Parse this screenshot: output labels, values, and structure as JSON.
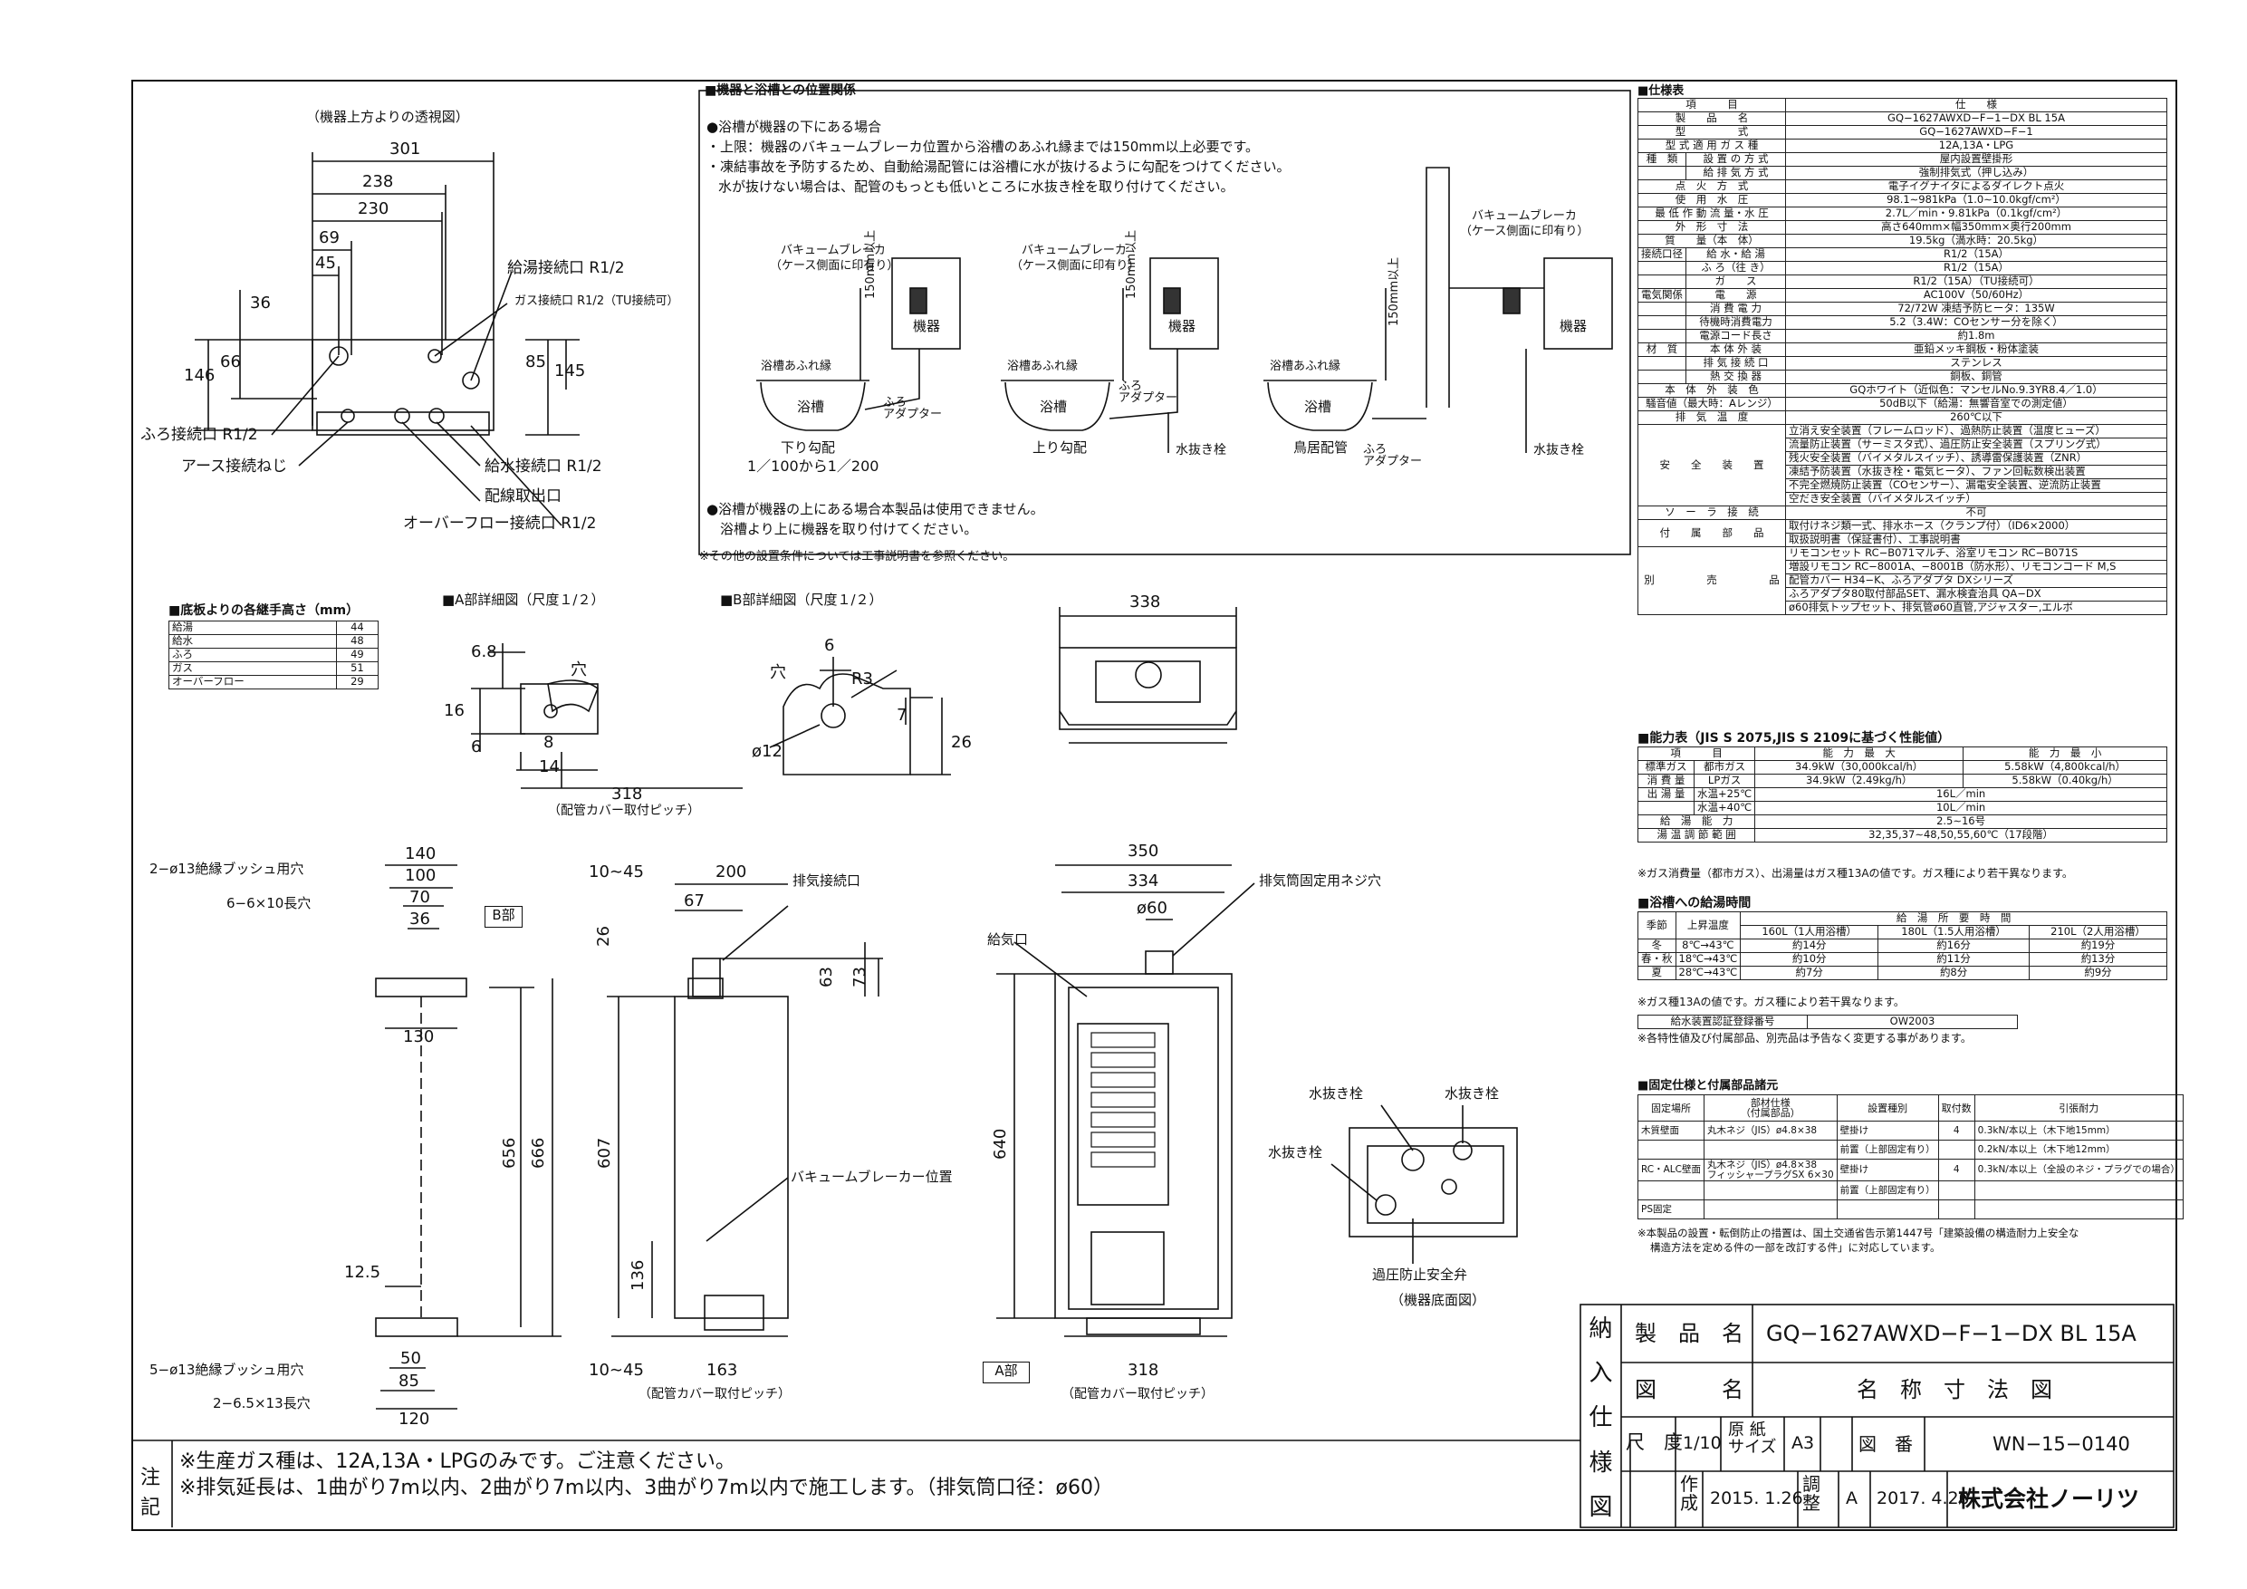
{
  "top_view": {
    "title": "（機器上方よりの透視図）",
    "dims": [
      "301",
      "238",
      "230",
      "69",
      "45",
      "36",
      "66",
      "146",
      "85",
      "145"
    ],
    "labels": {
      "hot_out": "給湯接続口 R1/2",
      "gas_in": "ガス接続口 R1/2（TU接続可）",
      "furo": "ふろ接続口 R1/2",
      "earth": "アース接続ねじ",
      "water_in": "給水接続口 R1/2",
      "wiring": "配線取出口",
      "overflow": "オーバーフロー接続口 R1/2"
    }
  },
  "bath_relation": {
    "title": "■機器と浴槽との位置関係",
    "case_below": "●浴槽が機器の下にある場合",
    "note1": "・上限：機器のバキュームブレーカ位置から浴槽のあふれ縁までは150mm以上必要です。",
    "note2": "・凍結事故を予防するため、自動給湯配管には浴槽に水が抜けるように勾配をつけてください。",
    "note3": "水が抜けない場合は、配管のもっとも低いところに水抜き栓を取り付けてください。",
    "case_above": "●浴槽が機器の上にある場合本製品は使用できません。",
    "case_above2": "浴槽より上に機器を取り付けてください。",
    "footnote": "※その他の設置条件については工事説明書を参照ください。",
    "vb_label": "バキュームブレーカ",
    "vb_label2": "（ケース側面に印有り）",
    "unit": "機器",
    "rim": "浴槽あふれ縁",
    "tub": "浴槽",
    "dim150": "150mm以上",
    "adapter": "ふろ\nアダプター",
    "drain": "水抜き栓",
    "slope1": "下り勾配",
    "slope1b": "1／100から1／200",
    "slope2": "上り勾配",
    "slope3": "鳥居配管"
  },
  "joint_heights": {
    "title": "■底板よりの各継手高さ（mm）",
    "rows": [
      {
        "name": "給湯",
        "value": "44"
      },
      {
        "name": "給水",
        "value": "48"
      },
      {
        "name": "ふろ",
        "value": "49"
      },
      {
        "name": "ガス",
        "value": "51"
      },
      {
        "name": "オーバーフロー",
        "value": "29"
      }
    ]
  },
  "detail_a": {
    "title": "■A部詳細図（尺度１/２）",
    "dims": [
      "6.8",
      "16",
      "6",
      "8",
      "14"
    ],
    "hole": "穴"
  },
  "detail_b": {
    "title": "■B部詳細図（尺度１/２）",
    "dims": [
      "6",
      "R3",
      "7",
      "26",
      "ø12"
    ],
    "hole": "穴"
  },
  "bottom_top": {
    "dims": [
      "338",
      "318"
    ],
    "pitch": "（配管カバー取付ピッチ）"
  },
  "left_view": {
    "dims": [
      "140",
      "100",
      "70",
      "36",
      "130",
      "12.5",
      "50",
      "85",
      "120",
      "656",
      "666"
    ],
    "labels": {
      "bush2": "2−ø13絶縁ブッシュ用穴",
      "slot6": "6−6×10長穴",
      "partB": "B部",
      "bush5": "5−ø13絶縁ブッシュ用穴",
      "slot2": "2−6.5×13長穴"
    }
  },
  "side_view": {
    "dims": [
      "10∼45",
      "200",
      "67",
      "26",
      "63",
      "73",
      "607",
      "136",
      "10∼45",
      "163"
    ],
    "labels": {
      "exhaust": "排気接続口",
      "vb": "バキュームブレーカー位置",
      "pitch": "（配管カバー取付ピッチ）"
    }
  },
  "front_view": {
    "dims": [
      "350",
      "334",
      "ø60",
      "640",
      "318"
    ],
    "labels": {
      "intake": "給気口",
      "fix": "排気筒固定用ネジ穴",
      "partA": "A部",
      "pitch": "（配管カバー取付ピッチ）"
    }
  },
  "bottom_view": {
    "labels": {
      "drain1": "水抜き栓",
      "drain2": "水抜き栓",
      "drain3": "水抜き栓",
      "relief": "過圧防止安全弁",
      "caption": "（機器底面図）"
    }
  },
  "spec": {
    "title": "■仕様表",
    "head_item": "項　　　目",
    "head_spec": "仕　　様",
    "rows": [
      {
        "c1": "製　　品　　名",
        "c2": "",
        "v": "GQ−1627AWXD−F−1−DX BL 15A"
      },
      {
        "c1": "型　　　　　式",
        "c2": "",
        "v": "GQ−1627AWXD−F−1"
      },
      {
        "c1": "型 式 適 用 ガ ス 種",
        "c2": "",
        "v": "12A,13A・LPG"
      },
      {
        "c1": "種　類",
        "c2": "設 置 の 方 式",
        "v": "屋内設置壁掛形"
      },
      {
        "c1": "",
        "c2": "給 排 気 方 式",
        "v": "強制排気式（押し込み）"
      },
      {
        "c1": "点　火　方　式",
        "c2": "",
        "v": "電子イグナイタによるダイレクト点火"
      },
      {
        "c1": "使　用　水　圧",
        "c2": "",
        "v": "98.1∼981kPa（1.0∼10.0kgf/cm²）"
      },
      {
        "c1": "最 低 作 動 流 量・水 圧",
        "c2": "",
        "v": "2.7L／min・9.81kPa（0.1kgf/cm²）"
      },
      {
        "c1": "外　形　寸　法",
        "c2": "",
        "v": "高さ640mm×幅350mm×奥行200mm"
      },
      {
        "c1": "質　　量（本　体）",
        "c2": "",
        "v": "19.5kg（満水時：20.5kg）"
      },
      {
        "c1": "接続口径",
        "c2": "給 水・給 湯",
        "v": "R1/2（15A）"
      },
      {
        "c1": "",
        "c2": "ふ ろ（往 き）",
        "v": "R1/2（15A）"
      },
      {
        "c1": "",
        "c2": "ガ　　ス",
        "v": "R1/2（15A）（TU接続可）"
      },
      {
        "c1": "電気関係",
        "c2": "電　　源",
        "v": "AC100V（50/60Hz）"
      },
      {
        "c1": "",
        "c2": "消 費 電 力",
        "v": "72/72W 凍結予防ヒータ：135W"
      },
      {
        "c1": "",
        "c2": "待機時消費電力",
        "v": "5.2（3.4W：COセンサー分を除く）"
      },
      {
        "c1": "",
        "c2": "電源コード長さ",
        "v": "約1.8m"
      },
      {
        "c1": "材　質",
        "c2": "本 体 外 装",
        "v": "亜鉛メッキ鋼板・粉体塗装"
      },
      {
        "c1": "",
        "c2": "排 気 接 続 口",
        "v": "ステンレス"
      },
      {
        "c1": "",
        "c2": "熱 交 換 器",
        "v": "銅板、銅管"
      },
      {
        "c1": "本　体　外　装　色",
        "c2": "",
        "v": "GQホワイト（近似色：マンセルNo.9.3YR8.4／1.0）"
      },
      {
        "c1": "騒音値（最大時：Aレンジ）",
        "c2": "",
        "v": "50dB以下（給湯：無響音室での測定値）"
      },
      {
        "c1": "排　気　温　度",
        "c2": "",
        "v": "260℃以下"
      }
    ],
    "safety_label": "安　　全　　装　　置",
    "safety": [
      "立消え安全装置（フレームロッド）、過熱防止装置（温度ヒューズ）",
      "流量防止装置（サーミスタ式）、過圧防止安全装置（スプリング式）",
      "残火安全装置（バイメタルスイッチ）、誘導雷保護装置（ZNR）",
      "凍結予防装置（水抜き栓・電気ヒータ）、ファン回転数検出装置",
      "不完全燃焼防止装置（COセンサー）、漏電安全装置、逆流防止装置",
      "空だき安全装置（バイメタルスイッチ）"
    ],
    "solar_label": "ソ　ー　ラ　接　続",
    "solar": "不可",
    "acc_label": "付　　属　　部　　品",
    "acc": [
      "取付けネジ類一式、排水ホース（クランプ付）（ID6×2000）",
      "取扱説明書（保証書付）、工事説明書"
    ],
    "opt_label": "別　　　　　売　　　　　品",
    "opt": [
      "リモコンセット RC−B071マルチ、浴室リモコン RC−B071S",
      "増設リモコン RC−8001A、−8001B（防水形）、リモコンコード M,S",
      "配管カバー H34−K、ふろアダプタ DXシリーズ",
      "ふろアダプタ80取付部品SET、漏水検査治具 QA−DX",
      "ø60排気トップセット、排気管ø60直管,アジャスター,エルボ"
    ]
  },
  "capacity": {
    "title": "■能力表（JIS S 2075,JIS S 2109に基づく性能値）",
    "head": [
      "項　　　目",
      "能　力　最　大",
      "能　力　最　小"
    ],
    "rows": [
      {
        "a": "標準ガス",
        "b": "都市ガス",
        "max": "34.9kW（30,000kcal/h）",
        "min": "5.58kW（4,800kcal/h）"
      },
      {
        "a": "消 費 量",
        "b": "LPガス",
        "max": "34.9kW（2.49kg/h）",
        "min": "5.58kW（0.40kg/h）"
      },
      {
        "a": "出 湯 量",
        "b": "水温+25℃",
        "max": "16L／min",
        "min": ""
      },
      {
        "a": "",
        "b": "水温+40℃",
        "max": "10L／min",
        "min": ""
      },
      {
        "a": "給　湯　能　力",
        "b": "",
        "max": "2.5∼16号",
        "min": ""
      },
      {
        "a": "湯 温 調 節 範 囲",
        "b": "",
        "max": "32,35,37∼48,50,55,60℃（17段階）",
        "min": ""
      }
    ],
    "note": "※ガス消費量（都市ガス）、出湯量はガス種13Aの値です。ガス種により若干異なります。"
  },
  "bath_time": {
    "title": "■浴槽への給湯時間",
    "head1": "季節",
    "head2": "上昇温度",
    "head3": "給　湯　所　要　時　間",
    "cols": [
      "160L（1人用浴槽）",
      "180L（1.5人用浴槽）",
      "210L（2人用浴槽）"
    ],
    "rows": [
      {
        "season": "冬",
        "temp": "8℃→43℃",
        "v": [
          "約14分",
          "約16分",
          "約19分"
        ]
      },
      {
        "season": "春・秋",
        "temp": "18℃→43℃",
        "v": [
          "約10分",
          "約11分",
          "約13分"
        ]
      },
      {
        "season": "夏",
        "temp": "28℃→43℃",
        "v": [
          "約7分",
          "約8分",
          "約9分"
        ]
      }
    ],
    "note": "※ガス種13Aの値です。ガス種により若干異なります。",
    "reg_label": "給水装置認証登録番号",
    "reg_value": "OW2003",
    "reg_note": "※各特性値及び付属部品、別売品は予告なく変更する事があります。"
  },
  "fix": {
    "title": "■固定仕様と付属部品諸元",
    "head": [
      "固定場所",
      "部材仕様\n（付属部品）",
      "設置種別",
      "取付数",
      "引張耐力"
    ],
    "rows": [
      {
        "place": "木質壁面",
        "part": "丸木ネジ（JIS）ø4.8×38",
        "type": "壁掛け",
        "n": "4",
        "f": "0.3kN/本以上（木下地15mm）"
      },
      {
        "place": "",
        "part": "",
        "type": "前置（上部固定有り）",
        "n": "",
        "f": "0.2kN/本以上（木下地12mm）"
      },
      {
        "place": "RC・ALC壁面",
        "part": "丸木ネジ（JIS）ø4.8×38\nフィッシャープラグSX 6×30",
        "type": "壁掛け",
        "n": "4",
        "f": "0.3kN/本以上（全設のネジ・プラグでの場合）"
      },
      {
        "place": "",
        "part": "",
        "type": "前置（上部固定有り）",
        "n": "",
        "f": ""
      },
      {
        "place": "PS固定",
        "part": "",
        "type": "",
        "n": "",
        "f": ""
      }
    ],
    "note1": "※本製品の設置・転倒防止の措置は、国土交通省告示第1447号「建築設備の構造耐力上安全な",
    "note2": "構造方法を定める件の一部を改訂する件」に対応しています。"
  },
  "titleblock": {
    "side": [
      "納",
      "入",
      "仕",
      "様",
      "図"
    ],
    "product_label": "製　品　名",
    "product": "GQ−1627AWXD−F−1−DX BL 15A",
    "drawing_label": "図　　　名",
    "drawing": "名　称　寸　法　図",
    "scale_label": "尺　度",
    "scale": "1/10",
    "paper_label": "原 紙\nサイズ",
    "paper": "A3",
    "num_label": "図　番",
    "num": "WN−15−0140",
    "made_label": "作\n成",
    "made": "2015. 1.26",
    "rev_label": "調\n整",
    "rev": "A",
    "rev_date": "2017. 4.20",
    "company": "株式会社ノーリツ"
  },
  "notes": {
    "label": "注\n記",
    "line1": "※生産ガス種は、12A,13A・LPGのみです。ご注意ください。",
    "line2": "※排気延長は、1曲がり7m以内、2曲がり7m以内、3曲がり7m以内で施工します。（排気筒口径：ø60）"
  }
}
